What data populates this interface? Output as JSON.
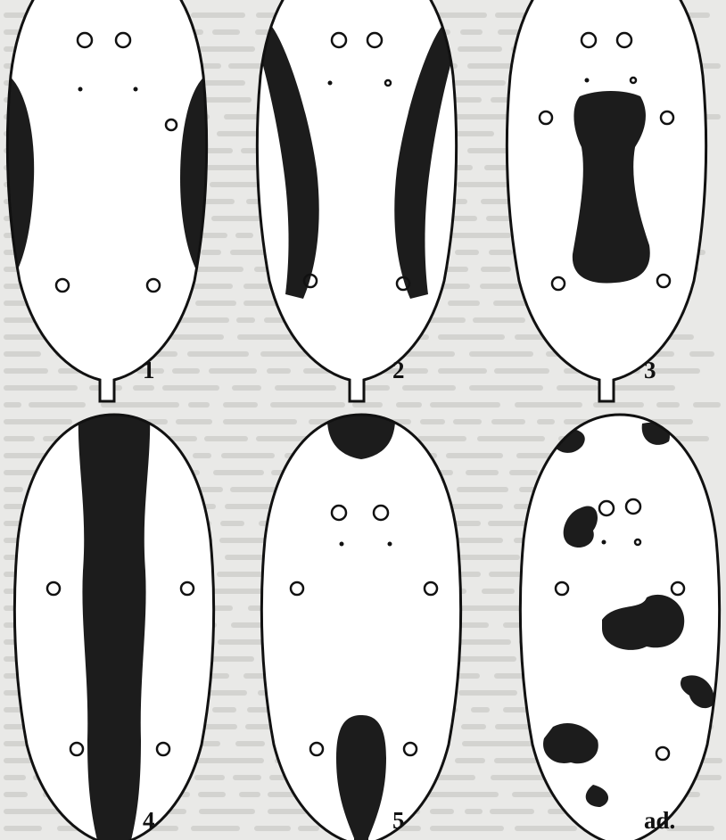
{
  "figure": {
    "panels": [
      {
        "id": "p1",
        "label": "1",
        "pattern": "lateral-stripes"
      },
      {
        "id": "p2",
        "label": "2",
        "pattern": "curved-lateral-bands"
      },
      {
        "id": "p3",
        "label": "3",
        "pattern": "central-blotch"
      },
      {
        "id": "p4",
        "label": "4",
        "pattern": "median-stripe"
      },
      {
        "id": "p5",
        "label": "5",
        "pattern": "anterior-and-posterior-patches"
      },
      {
        "id": "p6",
        "label": "ad.",
        "pattern": "scattered-spots"
      }
    ],
    "colors": {
      "outline": "#111111",
      "fill": "#1c1c1c",
      "paper": "#ffffff",
      "background": "#e9e9e7"
    }
  }
}
